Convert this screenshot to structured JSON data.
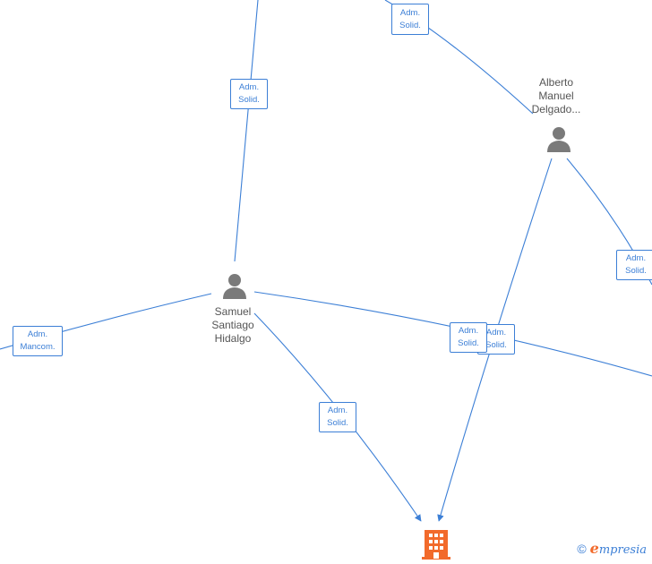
{
  "people": [
    {
      "id": "alberto",
      "lines": [
        "Alberto",
        "Manuel",
        "Delgado..."
      ]
    },
    {
      "id": "samuel",
      "lines": [
        "Samuel",
        "Santiago",
        "Hidalgo"
      ]
    }
  ],
  "roles": [
    {
      "id": "top-left",
      "line1": "Adm.",
      "line2": "Solid."
    },
    {
      "id": "top-mid",
      "line1": "Adm.",
      "line2": "Solid."
    },
    {
      "id": "right-edge",
      "line1": "Adm.",
      "line2": "Solid."
    },
    {
      "id": "mancom",
      "line1": "Adm.",
      "line2": "Mancom."
    },
    {
      "id": "center-back",
      "line1": "Adm.",
      "line2": "Solid."
    },
    {
      "id": "center-front",
      "line1": "Adm.",
      "line2": "Solid."
    },
    {
      "id": "lower",
      "line1": "Adm.",
      "line2": "Solid."
    }
  ],
  "brand": {
    "copyright": "©",
    "e": "e",
    "rest": "mpresia"
  },
  "colors": {
    "edge": "#3c7fd6",
    "person": "#7a7a7a",
    "company": "#f26a2b"
  }
}
